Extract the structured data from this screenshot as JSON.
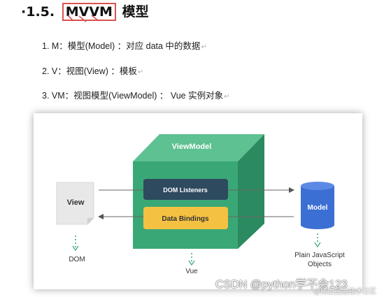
{
  "heading": {
    "bullet": "·1.5.",
    "mvvm": "MVVM",
    "rest": "模型"
  },
  "list": [
    {
      "text": "1. M：模型(Model) ：对应 data 中的数据"
    },
    {
      "text": "2. V：视图(View) ：模板"
    },
    {
      "text": "3. VM：视图模型(ViewModel) ：  Vue 实例对象"
    }
  ],
  "para_mark": "↵",
  "diagram": {
    "viewmodel_label": "ViewModel",
    "dom_listeners": "DOM Listeners",
    "data_bindings": "Data Bindings",
    "view_label": "View",
    "dom_label": "DOM",
    "vue_label": "Vue",
    "model_label": "Model",
    "model_sub1": "Plain JavaScript",
    "model_sub2": "Objects",
    "colors": {
      "cube_front": "#3aa776",
      "cube_top": "#5ec191",
      "cube_side": "#2c8a60",
      "dom_listeners_bg": "#2e4a5f",
      "data_bindings_bg": "#f5c142",
      "model_blue": "#3b6fd4",
      "view_page": "#e8e8e8"
    }
  },
  "watermark": {
    "text": "CSDN @python学不会123",
    "sub": "@稀土掘金技术社区"
  }
}
